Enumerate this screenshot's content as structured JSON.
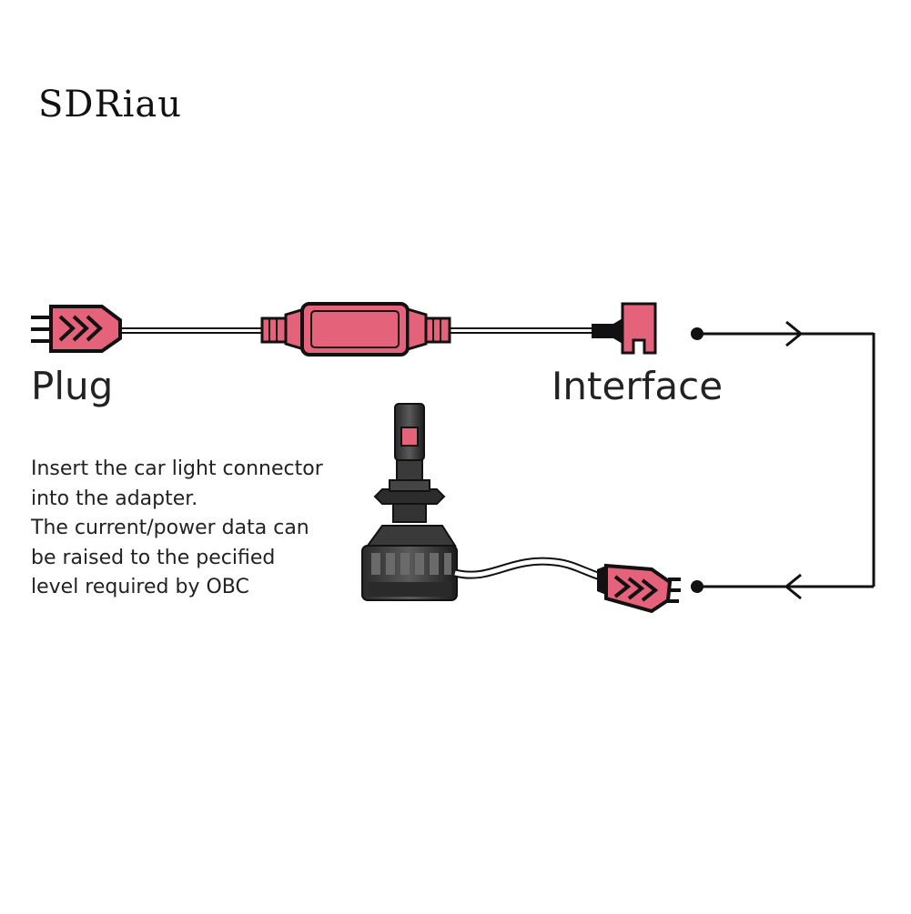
{
  "brand": "SDRiau",
  "labels": {
    "plug": "Plug",
    "interface": "Interface"
  },
  "description": [
    "Insert the car light connector",
    "into the adapter.",
    "The current/power data can",
    "be raised to the pecified",
    "level required by OBC"
  ],
  "colors": {
    "accent": "#e4637b",
    "line": "#111111"
  },
  "icons": [
    "plug-connector-icon",
    "decoder-box-icon",
    "interface-socket-icon",
    "led-bulb-icon",
    "arrow-icon"
  ]
}
